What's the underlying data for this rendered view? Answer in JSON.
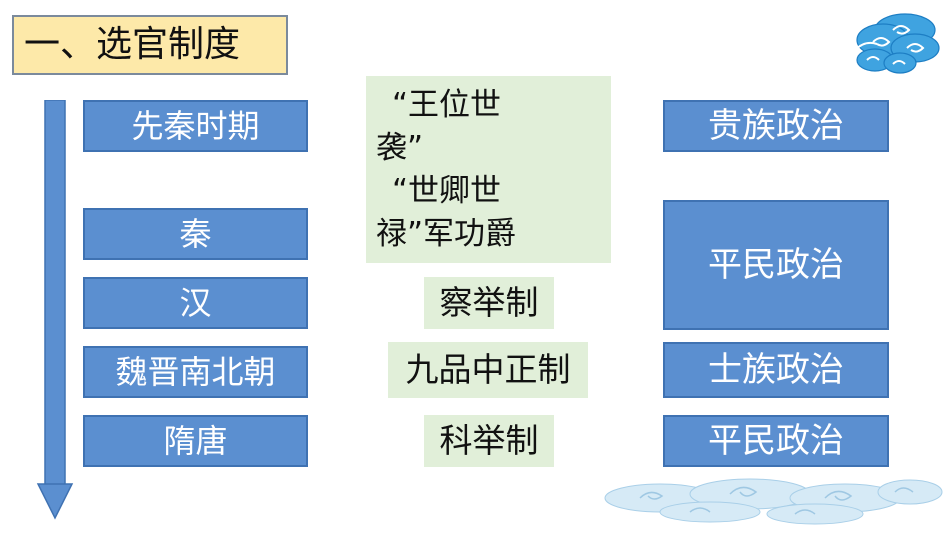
{
  "title": "一、选官制度",
  "periods": [
    "先秦时期",
    "秦",
    "汉",
    "魏晋南北朝",
    "隋唐"
  ],
  "systems": {
    "pre_qin_lines": [
      "“王位世",
      "袭”",
      "“世卿世",
      "禄”军功爵"
    ],
    "han": "察举制",
    "wei_jin": "九品中正制",
    "sui_tang": "科举制"
  },
  "politics": [
    "贵族政治",
    "平民政治",
    "士族政治",
    "平民政治"
  ],
  "colors": {
    "box_blue": "#5b8fd0",
    "box_border": "#3f72b2",
    "green_bg": "#e1efd9",
    "title_bg": "#fde9a9"
  }
}
